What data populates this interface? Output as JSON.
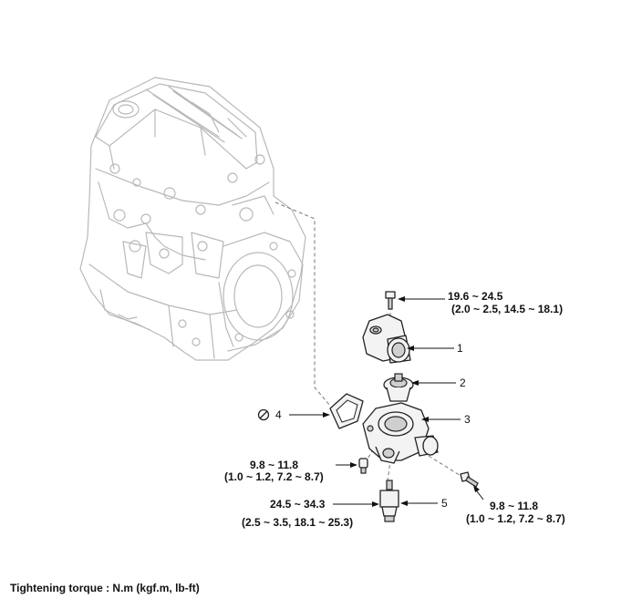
{
  "torques": {
    "top_bolt": {
      "line1": "19.6 ~ 24.5",
      "line2": "(2.0 ~ 2.5, 14.5 ~ 18.1)"
    },
    "left_bolt": {
      "line1": "9.8 ~ 11.8",
      "line2": "(1.0 ~ 1.2, 7.2 ~ 8.7)"
    },
    "right_bolt": {
      "line1": "9.8 ~ 11.8",
      "line2": "(1.0 ~ 1.2, 7.2 ~ 8.7)"
    },
    "sensor": {
      "line1": "24.5 ~ 34.3",
      "line2": "(2.5 ~ 3.5, 18.1 ~ 25.3)"
    }
  },
  "callouts": {
    "c1": "1",
    "c2": "2",
    "c3": "3",
    "c4": "4",
    "c5": "5"
  },
  "symbols": {
    "no_reuse": "no-reuse-icon"
  },
  "footer": {
    "note": "Tightening torque : N.m (kgf.m, lb-ft)"
  }
}
